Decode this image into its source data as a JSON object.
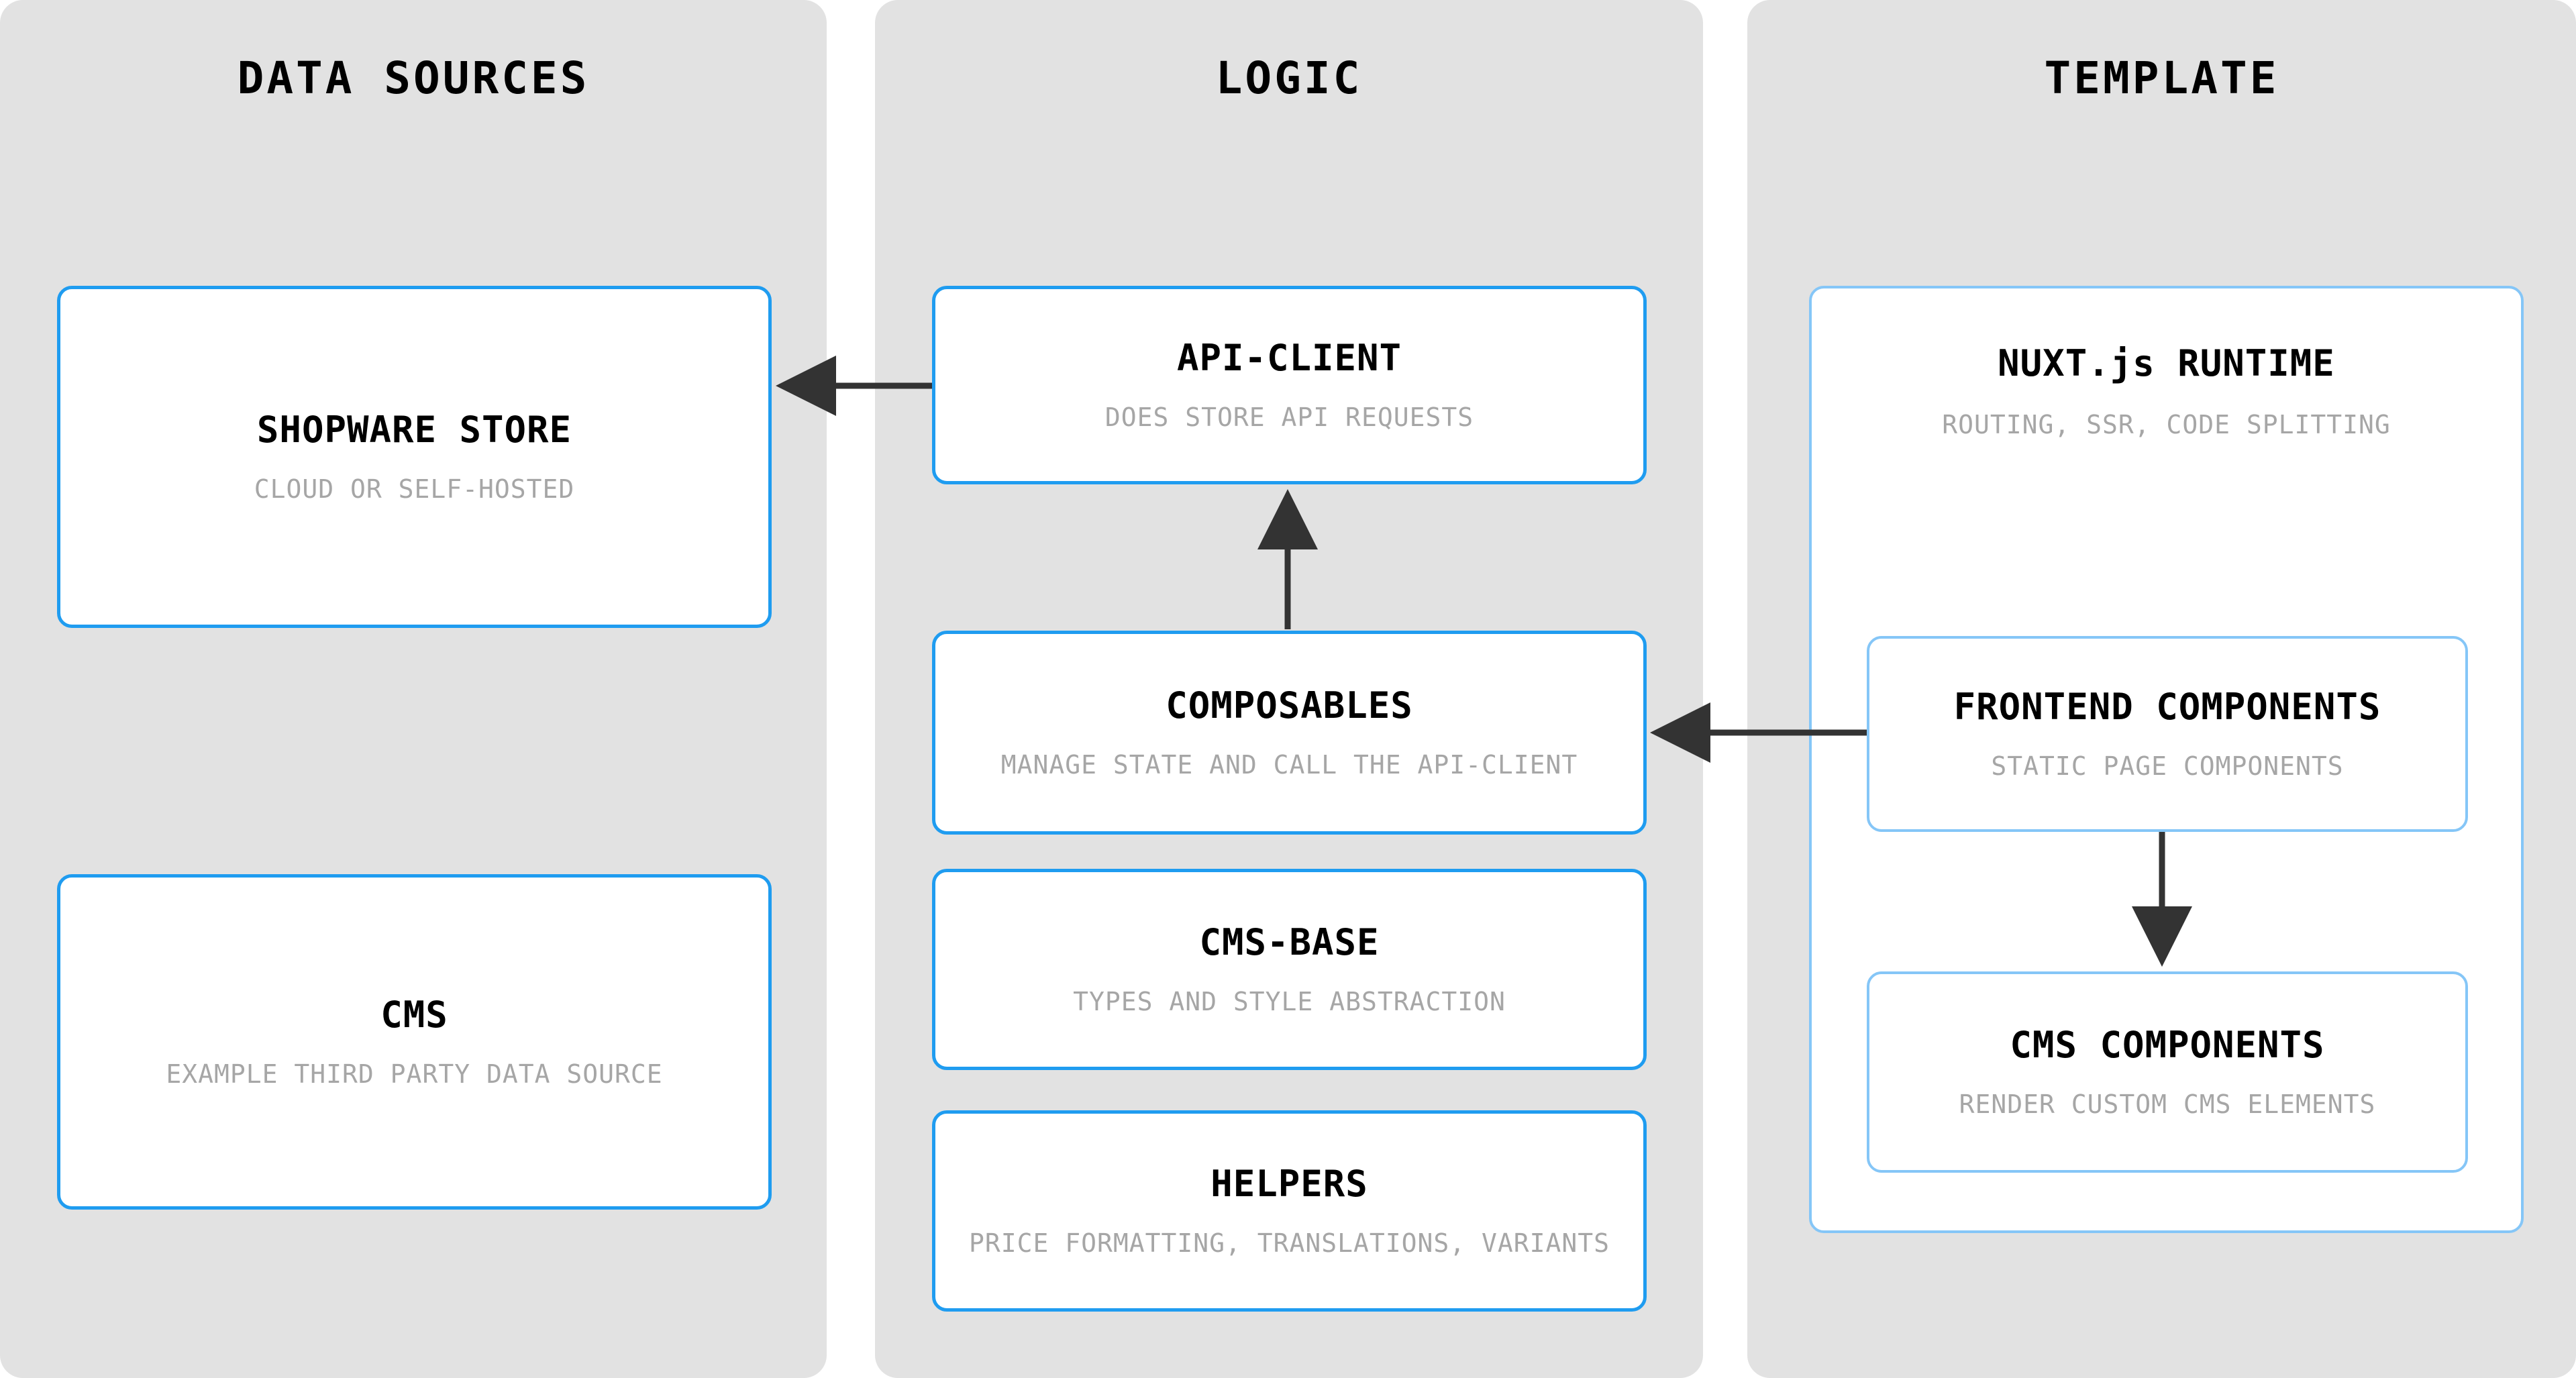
{
  "columns": [
    {
      "id": "data-sources",
      "title": "DATA SOURCES",
      "cards": [
        {
          "id": "shopware-store",
          "title": "SHOPWARE STORE",
          "subtitle": "CLOUD OR SELF-HOSTED"
        },
        {
          "id": "cms",
          "title": "CMS",
          "subtitle": "EXAMPLE THIRD PARTY DATA SOURCE"
        }
      ]
    },
    {
      "id": "logic",
      "title": "LOGIC",
      "cards": [
        {
          "id": "api-client",
          "title": "API-CLIENT",
          "subtitle": "DOES STORE API REQUESTS"
        },
        {
          "id": "composables",
          "title": "COMPOSABLES",
          "subtitle": "MANAGE STATE AND CALL THE API-CLIENT"
        },
        {
          "id": "cms-base",
          "title": "CMS-BASE",
          "subtitle": "TYPES AND STYLE ABSTRACTION"
        },
        {
          "id": "helpers",
          "title": "HELPERS",
          "subtitle": "PRICE FORMATTING, TRANSLATIONS, VARIANTS"
        }
      ]
    },
    {
      "id": "template",
      "title": "TEMPLATE",
      "cards": [
        {
          "id": "nuxt-runtime",
          "title": "NUXT.js RUNTIME",
          "subtitle": "ROUTING, SSR, CODE SPLITTING"
        },
        {
          "id": "frontend-components",
          "title": "FRONTEND COMPONENTS",
          "subtitle": "STATIC PAGE COMPONENTS"
        },
        {
          "id": "cms-components",
          "title": "CMS COMPONENTS",
          "subtitle": "RENDER CUSTOM CMS ELEMENTS"
        }
      ]
    }
  ],
  "connections": [
    {
      "id": "api-client-to-shopware-store",
      "from": "api-client",
      "to": "shopware-store",
      "direction": "left"
    },
    {
      "id": "composables-to-api-client",
      "from": "composables",
      "to": "api-client",
      "direction": "up"
    },
    {
      "id": "frontend-components-to-composables",
      "from": "frontend-components",
      "to": "composables",
      "direction": "left"
    },
    {
      "id": "frontend-components-to-cms-components",
      "from": "frontend-components",
      "to": "cms-components",
      "direction": "down"
    }
  ],
  "colors": {
    "panel_background": "#e2e2e2",
    "card_background": "#ffffff",
    "card_border": "#1f9cf0",
    "card_border_light": "#85c6f7",
    "title_text": "#000000",
    "subtitle_text": "#a6a6a6",
    "arrow": "#333333",
    "page_background": "#ffffff"
  }
}
